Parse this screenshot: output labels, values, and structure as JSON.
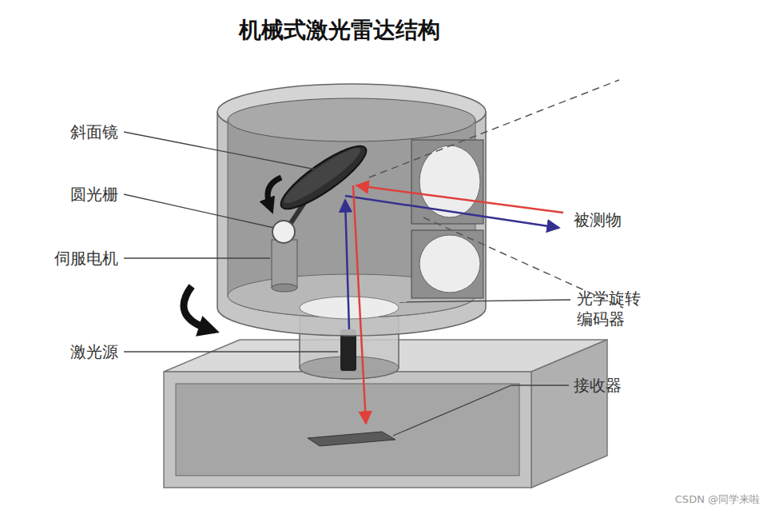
{
  "diagram": {
    "title": "机械式激光雷达结构",
    "labels": [
      "斜面镜",
      "圆光栅",
      "伺服电机",
      "被测物",
      "光学旋转 编码器",
      "激光源",
      "接收器",
      "CSDN @同学来啦"
    ]
  }
}
